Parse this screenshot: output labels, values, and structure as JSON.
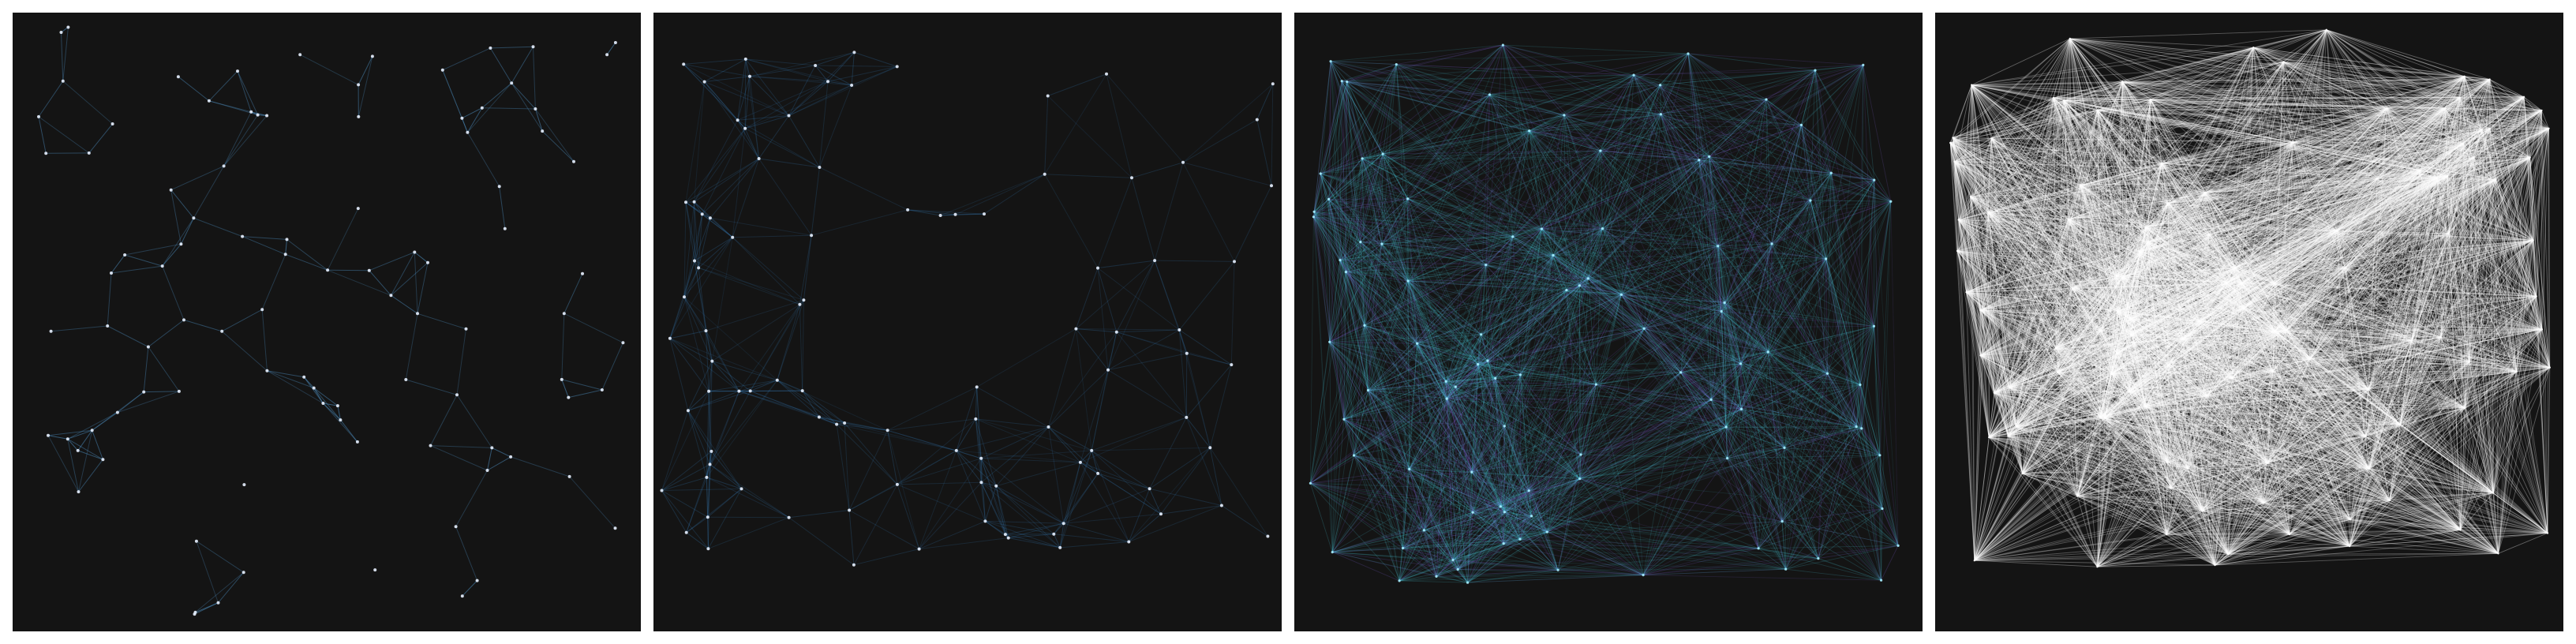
{
  "figure": {
    "description_free": true,
    "panels": [
      {
        "id": "sparse",
        "background": "#141414",
        "edge_color": "#5aa9e6",
        "node_color": "#e8f1ff",
        "link_threshold": 0.11,
        "edge_opacity": 0.55,
        "edge_width": 1.0
      },
      {
        "id": "moderate",
        "background": "#141414",
        "edge_color": "#3d8fd6",
        "node_color": "#e8f1ff",
        "link_threshold": 0.2,
        "edge_opacity": 0.28,
        "edge_width": 1.0
      },
      {
        "id": "dense",
        "background": "#141414",
        "edge_color": "#4fd6e8",
        "edge_color_alt": "#8f6cf0",
        "node_color": "#a8f0ff",
        "link_threshold": 0.6,
        "edge_opacity": 0.22,
        "edge_width": 0.9
      },
      {
        "id": "saturated",
        "background": "#141414",
        "edge_color": "#ffffff",
        "node_color": "#ffffff",
        "link_threshold": 1.5,
        "edge_opacity": 0.35,
        "edge_width": 0.9
      }
    ]
  }
}
